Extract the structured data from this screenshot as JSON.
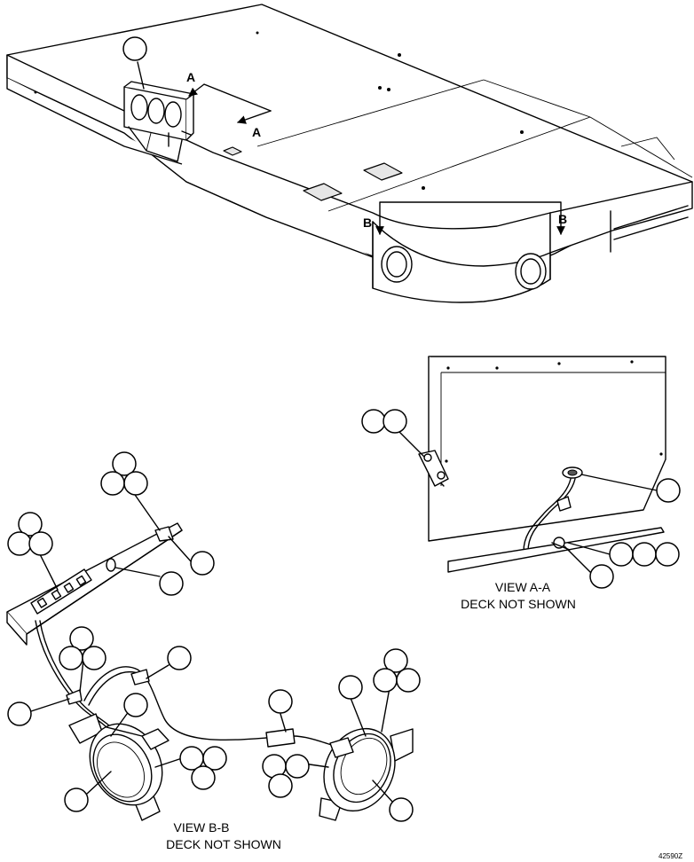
{
  "section_labels": {
    "a": "A",
    "b": "B"
  },
  "view_aa": {
    "title": "VIEW A-A",
    "note": "DECK NOT SHOWN"
  },
  "view_bb": {
    "title": "VIEW B-B",
    "note": "DECK NOT SHOWN"
  },
  "figure_number": "42590Z"
}
